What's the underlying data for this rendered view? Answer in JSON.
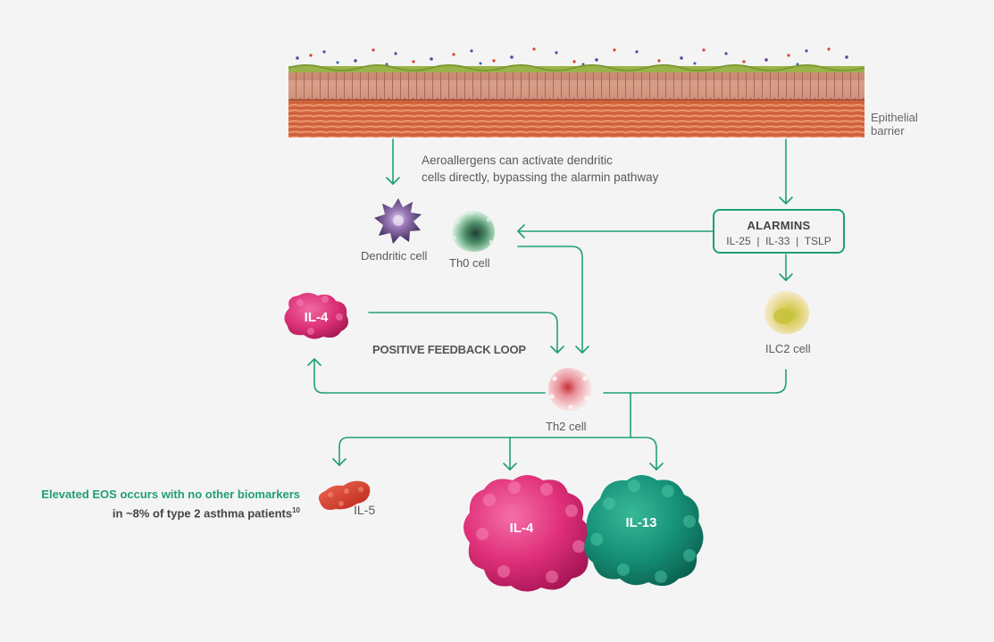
{
  "epithelium": {
    "label_line1": "Epithelial",
    "label_line2": "barrier"
  },
  "note": {
    "line1": "Aeroallergens can activate dendritic",
    "line2": "cells directly, bypassing the alarmin pathway"
  },
  "cells": {
    "dendritic": "Dendritic cell",
    "th0": "Th0 cell",
    "ilc2": "ILC2 cell",
    "th2": "Th2 cell"
  },
  "alarmins": {
    "title": "ALARMINS",
    "items": "IL-25  |  IL-33  |  TSLP"
  },
  "feedback": {
    "label": "POSITIVE FEEDBACK LOOP"
  },
  "cytokines": {
    "il4_small": "IL-4",
    "il5": "IL-5",
    "il4_large": "IL-4",
    "il13": "IL-13"
  },
  "eos_note": {
    "line1": "Elevated EOS occurs with no other biomarkers",
    "line2": "in ~8% of type 2 asthma patients",
    "ref": "10"
  },
  "colors": {
    "accent": "#1f9e78",
    "il4": "#e0307a",
    "il13": "#16927a",
    "il5": "#d63b2c",
    "background": "#f4f4f4"
  }
}
